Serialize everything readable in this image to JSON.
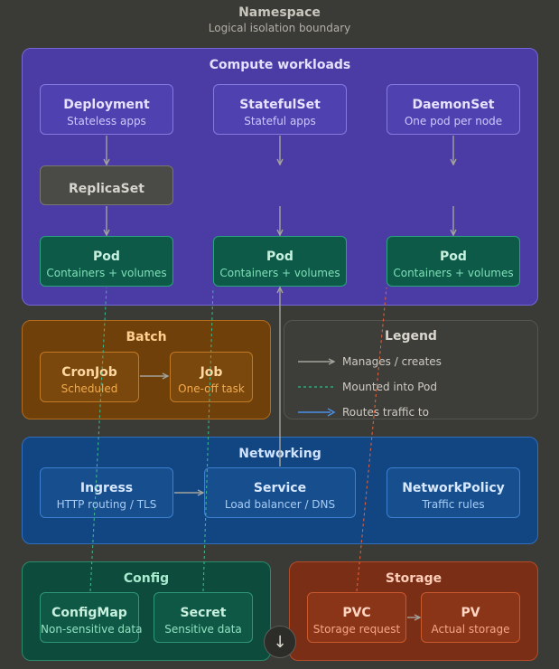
{
  "namespace": {
    "title": "Namespace",
    "subtitle": "Logical isolation boundary"
  },
  "compute": {
    "title": "Compute workloads",
    "deployment": {
      "title": "Deployment",
      "sub": "Stateless apps"
    },
    "statefulset": {
      "title": "StatefulSet",
      "sub": "Stateful apps"
    },
    "daemonset": {
      "title": "DaemonSet",
      "sub": "One pod per node"
    },
    "replicaset": {
      "title": "ReplicaSet"
    },
    "pods": [
      {
        "title": "Pod",
        "sub": "Containers + volumes"
      },
      {
        "title": "Pod",
        "sub": "Containers + volumes"
      },
      {
        "title": "Pod",
        "sub": "Containers + volumes"
      }
    ]
  },
  "batch": {
    "title": "Batch",
    "cronjob": {
      "title": "CronJob",
      "sub": "Scheduled"
    },
    "job": {
      "title": "Job",
      "sub": "One-off task"
    }
  },
  "legend": {
    "title": "Legend",
    "items": [
      {
        "label": "Manages / creates",
        "color": "#a3a39c",
        "style": "solid"
      },
      {
        "label": "Mounted into Pod",
        "color": "#3bb58a",
        "style": "dashed"
      },
      {
        "label": "Routes traffic to",
        "color": "#4b8ee6",
        "style": "solid"
      }
    ]
  },
  "networking": {
    "title": "Networking",
    "ingress": {
      "title": "Ingress",
      "sub": "HTTP routing / TLS"
    },
    "service": {
      "title": "Service",
      "sub": "Load balancer / DNS"
    },
    "networkpolicy": {
      "title": "NetworkPolicy",
      "sub": "Traffic rules"
    }
  },
  "config": {
    "title": "Config",
    "configmap": {
      "title": "ConfigMap",
      "sub": "Non-sensitive data"
    },
    "secret": {
      "title": "Secret",
      "sub": "Sensitive data"
    }
  },
  "storage": {
    "title": "Storage",
    "pvc": {
      "title": "PVC",
      "sub": "Storage request"
    },
    "pv": {
      "title": "PV",
      "sub": "Actual storage"
    }
  },
  "colors": {
    "compute_group": "#4a3ba5",
    "batch_group": "#6f400a",
    "networking_group": "#124682",
    "config_group": "#0d4b3c",
    "storage_group": "#7a2e15",
    "storage_dashed_link": "#e0603a"
  },
  "scroll_button": {
    "icon": "arrow-down-icon",
    "glyph": "↓"
  }
}
